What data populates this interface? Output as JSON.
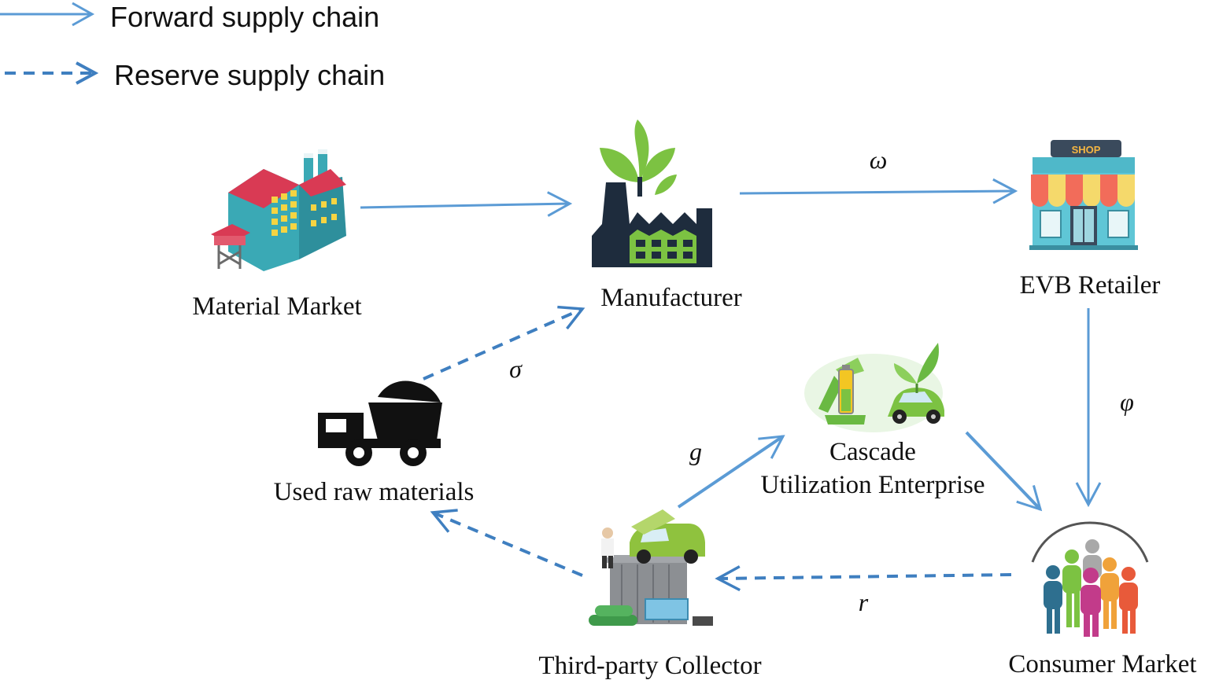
{
  "legend": {
    "forward_label": "Forward supply chain",
    "reserve_label": "Reserve supply chain"
  },
  "colors": {
    "forward_arrow": "#5b9bd5",
    "reserve_arrow": "#3f7fc0"
  },
  "nodes": {
    "material_market": {
      "label": "Material Market",
      "icon": "factory-building-icon"
    },
    "manufacturer": {
      "label": "Manufacturer",
      "icon": "green-factory-icon"
    },
    "evb_retailer": {
      "label": "EVB Retailer",
      "icon": "shop-icon"
    },
    "used_raw_materials": {
      "label": "Used raw materials",
      "icon": "dump-truck-icon"
    },
    "cascade": {
      "label_line1": "Cascade",
      "label_line2": "Utilization Enterprise",
      "icon": "recycle-battery-car-icon"
    },
    "consumer_market": {
      "label": "Consumer Market",
      "icon": "people-group-icon"
    },
    "collector": {
      "label": "Third-party Collector",
      "icon": "car-recycling-icon"
    }
  },
  "edges": {
    "omega": "ω",
    "phi": "φ",
    "sigma": "σ",
    "g": "g",
    "r": "r"
  }
}
